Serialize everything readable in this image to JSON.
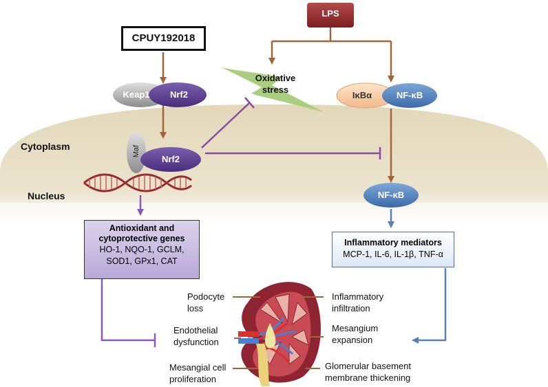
{
  "drug": {
    "label": "CPUY192018"
  },
  "lps": {
    "label": "LPS"
  },
  "keap1": {
    "label": "Keap1"
  },
  "nrf2_top": {
    "label": "Nrf2"
  },
  "nrf2_nuc": {
    "label": "Nrf2"
  },
  "maf": {
    "label": "Maf"
  },
  "oxidative_stress": {
    "line1": "Oxidative",
    "line2": "stress"
  },
  "ikba": {
    "label": "IκBα"
  },
  "nfkb_top": {
    "label": "NF-κB"
  },
  "nfkb_nuc": {
    "label": "NF-κB"
  },
  "compartments": {
    "cytoplasm": "Cytoplasm",
    "nucleus": "Nucleus"
  },
  "antioxidant_box": {
    "title1": "Antioxidant and",
    "title2": "cytoprotective genes",
    "line1": "HO-1, NQO-1, GCLM,",
    "line2": "SOD1, GPx1, CAT"
  },
  "inflammatory_box": {
    "title": "Inflammatory mediators",
    "line1": "MCP-1, IL-6, IL-1β, TNF-α"
  },
  "kidney_labels": {
    "podocyte1": "Podocyte",
    "podocyte2": "loss",
    "endothelial1": "Endothelial",
    "endothelial2": "dysfunction",
    "mesangial1": "Mesangial cell",
    "mesangial2": "proliferation",
    "infl1": "Inflammatory",
    "infl2": "infiltration",
    "mesangium1": "Mesangium",
    "mesangium2": "expansion",
    "gbm1": "Glomerular basement",
    "gbm2": "membrane thickening"
  },
  "colors": {
    "activation_arrow": "#a0663a",
    "inhibition": "#8a4a9e",
    "nrf2": "#5b3d8c",
    "nfkb": "#4f81bd",
    "lps": "#8b2a2a",
    "oxidative": "#a9cf7e",
    "cytoplasm": "#e6dcc1"
  }
}
